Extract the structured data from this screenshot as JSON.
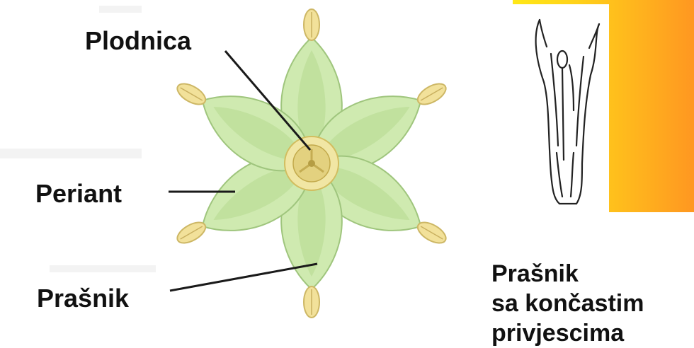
{
  "labels": {
    "plodnica": "Plodnica",
    "periant": "Periant",
    "prasnik": "Prašnik"
  },
  "caption": {
    "line1": "Prašnik",
    "line2": "sa končastim",
    "line3": "privjescima"
  },
  "colors": {
    "tepal_fill": "#cfeab0",
    "tepal_inner": "#b7db93",
    "tepal_edge": "#9fc57d",
    "center_yellow": "#e9e08e",
    "anther_yellow": "#f2e19a",
    "orange_accent": "#ff9721",
    "label_color": "#111111"
  }
}
